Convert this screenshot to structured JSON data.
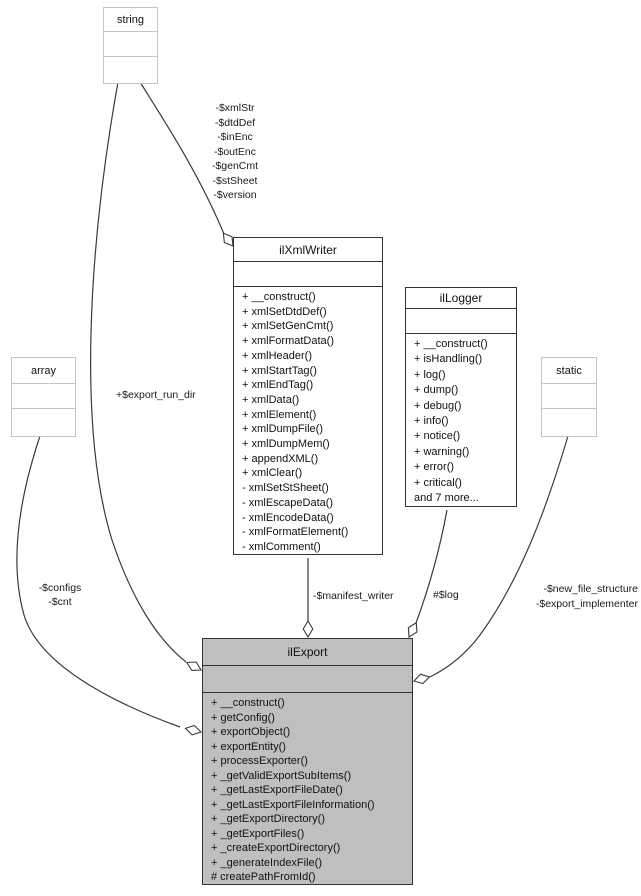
{
  "diagram": {
    "kind": "uml-collaboration-diagram",
    "classes": [
      {
        "id": "string",
        "name": "string",
        "documented": false,
        "highlight": false,
        "attributes": [],
        "methods": []
      },
      {
        "id": "ilXmlWriter",
        "name": "ilXmlWriter",
        "documented": true,
        "highlight": false,
        "attributes": [],
        "methods": [
          "+ __construct()",
          "+ xmlSetDtdDef()",
          "+ xmlSetGenCmt()",
          "+ xmlFormatData()",
          "+ xmlHeader()",
          "+ xmlStartTag()",
          "+ xmlEndTag()",
          "+ xmlData()",
          "+ xmlElement()",
          "+ xmlDumpFile()",
          "+ xmlDumpMem()",
          "+ appendXML()",
          "+ xmlClear()",
          "- xmlSetStSheet()",
          "- xmlEscapeData()",
          "- xmlEncodeData()",
          "- xmlFormatElement()",
          "- xmlComment()"
        ]
      },
      {
        "id": "ilLogger",
        "name": "ilLogger",
        "documented": true,
        "highlight": false,
        "attributes": [],
        "methods": [
          "+ __construct()",
          "+ isHandling()",
          "+ log()",
          "+ dump()",
          "+ debug()",
          "+ info()",
          "+ notice()",
          "+ warning()",
          "+ error()",
          "+ critical()",
          "and 7 more..."
        ]
      },
      {
        "id": "array",
        "name": "array",
        "documented": false,
        "highlight": false,
        "attributes": [],
        "methods": []
      },
      {
        "id": "static",
        "name": "static",
        "documented": false,
        "highlight": false,
        "attributes": [],
        "methods": []
      },
      {
        "id": "ilExport",
        "name": "ilExport",
        "documented": true,
        "highlight": true,
        "attributes": [],
        "methods": [
          "+ __construct()",
          "+ getConfig()",
          "+ exportObject()",
          "+ exportEntity()",
          "+ processExporter()",
          "+ _getValidExportSubItems()",
          "+ _getLastExportFileDate()",
          "+ _getLastExportFileInformation()",
          "+ _getExportDirectory()",
          "+ _getExportFiles()",
          "+ _createExportDirectory()",
          "+ _generateIndexFile()",
          "# createPathFromId()"
        ]
      }
    ],
    "edges": [
      {
        "from": "string",
        "to": "ilXmlWriter",
        "labels": [
          "-$xmlStr",
          "-$dtdDef",
          "-$inEnc",
          "-$outEnc",
          "-$genCmt",
          "-$stSheet",
          "-$version"
        ]
      },
      {
        "from": "string",
        "to": "ilExport",
        "labels": [
          "+$export_run_dir"
        ]
      },
      {
        "from": "array",
        "to": "ilExport",
        "labels": [
          "-$configs",
          "-$cnt"
        ]
      },
      {
        "from": "ilXmlWriter",
        "to": "ilExport",
        "labels": [
          "-$manifest_writer"
        ]
      },
      {
        "from": "ilLogger",
        "to": "ilExport",
        "labels": [
          "#$log"
        ]
      },
      {
        "from": "static",
        "to": "ilExport",
        "labels": [
          "-$new_file_structure",
          "-$export_implementer"
        ]
      }
    ],
    "colors": {
      "background": "#ffffff",
      "main_border": "#333333",
      "external_border": "#c4c4c4",
      "highlight_fill": "#bfbfbf",
      "edge": "#3a3a3a",
      "text": "#111111"
    }
  }
}
